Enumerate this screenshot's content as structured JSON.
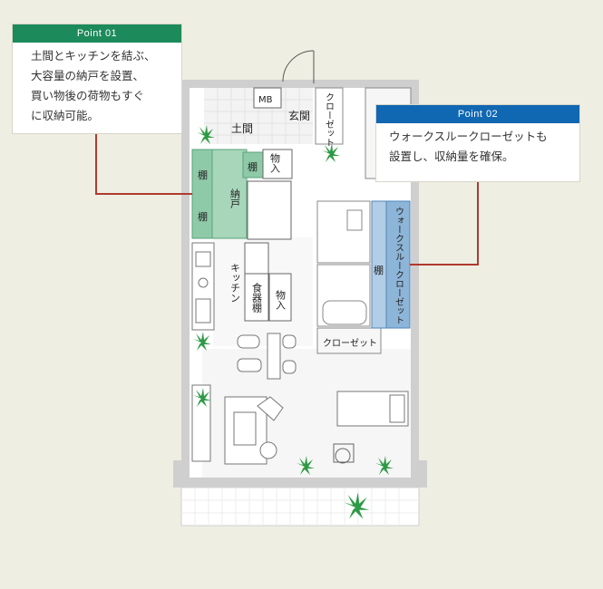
{
  "point1": {
    "title": "Point 01",
    "text": "土間とキッチンを結ぶ、\n大容量の納戸を設置、\n買い物後の荷物もすぐ\nに収納可能。",
    "color": "#1c8a5a"
  },
  "point2": {
    "title": "Point 02",
    "text": "ウォークスルークローゼットも\n設置し、収納量を確保。",
    "color": "#1067b2"
  },
  "plan": {
    "mb": "MB",
    "doma": "土間",
    "genkan": "玄関",
    "closet_top": "クローゼット",
    "tana1": "棚",
    "tana2": "棚",
    "tana3": "棚",
    "nando": "納戸",
    "monoire1": "物入",
    "kitchen": "キッチン",
    "shokkidana": "食器棚",
    "monoire2": "物入",
    "tana_wic": "棚",
    "wic": "ウォークスルークローゼット",
    "closet_mid": "クローゼット"
  },
  "colors": {
    "green_storage": "#8fcaa8",
    "blue_storage": "#8db5d8",
    "leader_line": "#b03a2e"
  }
}
